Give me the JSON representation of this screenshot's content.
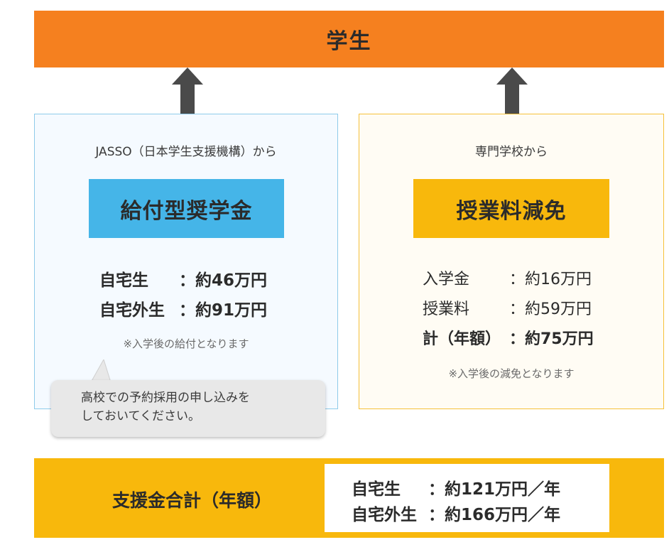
{
  "top": {
    "title": "学生"
  },
  "left_box": {
    "source": "JASSO（日本学生支援機構）から",
    "title": "給付型奨学金",
    "rows": [
      {
        "label": "自宅生",
        "value": "：約46万円"
      },
      {
        "label": "自宅外生",
        "value": "：約91万円"
      }
    ],
    "note": "※入学後の給付となります",
    "bubble": {
      "line1": "高校での予約採用の申し込みを",
      "line2": "しておいてください。"
    }
  },
  "right_box": {
    "source": "専門学校から",
    "title": "授業料減免",
    "rows": [
      {
        "label": "入学金",
        "value": "：約16万円"
      },
      {
        "label": "授業料",
        "value": "：約59万円"
      },
      {
        "label": "計（年額）",
        "value": "：約75万円"
      }
    ],
    "note": "※入学後の減免となります"
  },
  "bottom": {
    "label": "支援金合計（年額）",
    "rows": [
      {
        "label": "自宅生",
        "value": "：約121万円／年"
      },
      {
        "label": "自宅外生",
        "value": "：約166万円／年"
      }
    ]
  },
  "colors": {
    "top_bar": "#f5801f",
    "blue_badge": "#45b5e8",
    "yellow": "#f8b80c",
    "arrow": "#4a4a4a"
  }
}
